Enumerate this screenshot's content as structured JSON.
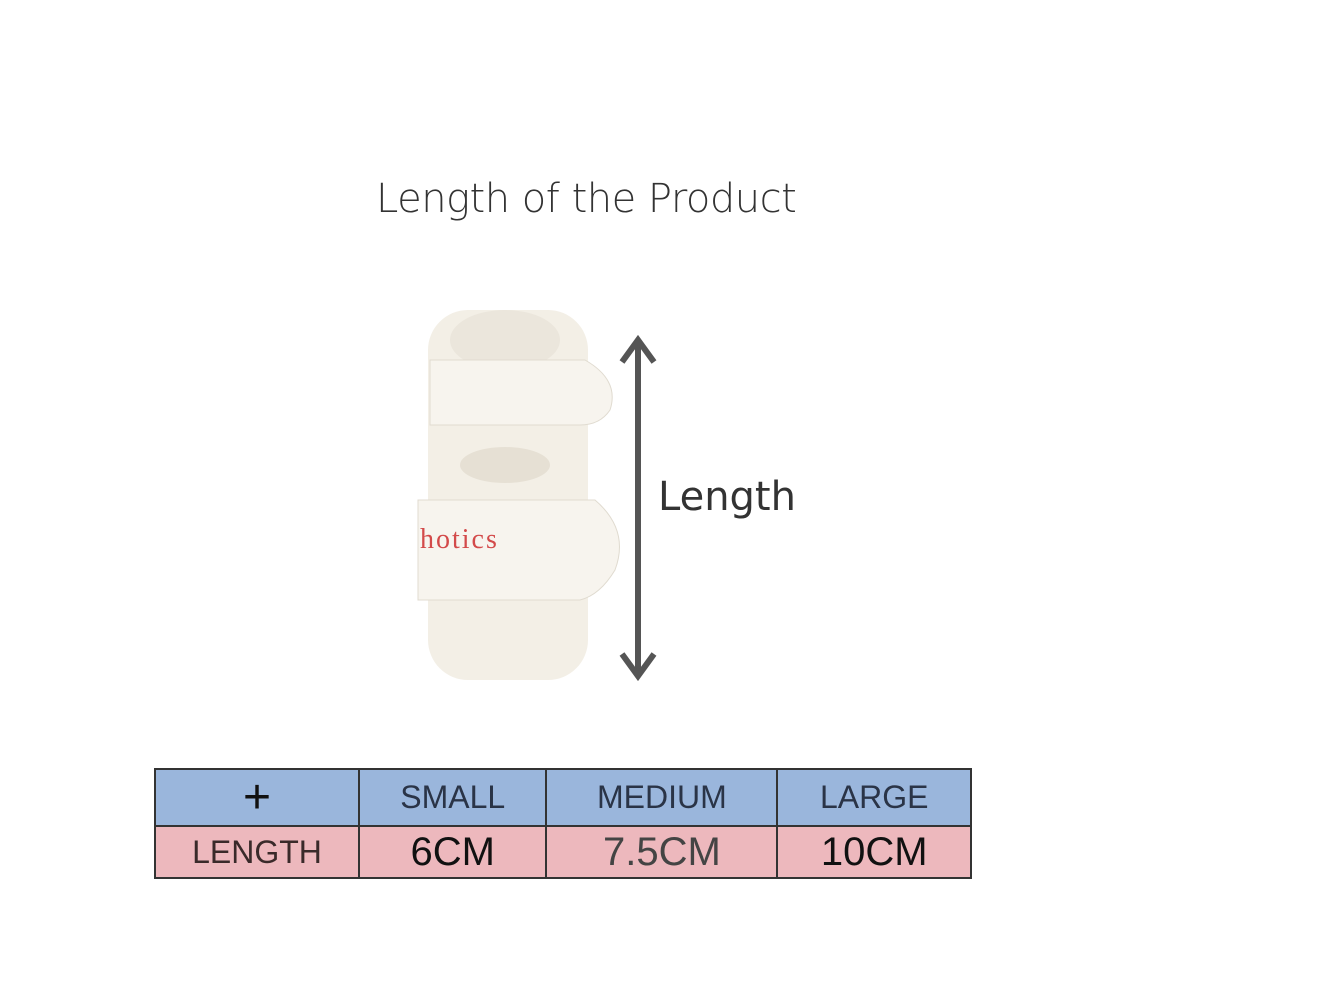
{
  "title": "Length of the Product",
  "dimension_label": "Length",
  "product_print": "hotics",
  "size_table": {
    "corner_icon": "plus-icon",
    "headers": [
      "SMALL",
      "MEDIUM",
      "LARGE"
    ],
    "row_label": "LENGTH",
    "values": [
      "6CM",
      "7.5CM",
      "10CM"
    ]
  }
}
